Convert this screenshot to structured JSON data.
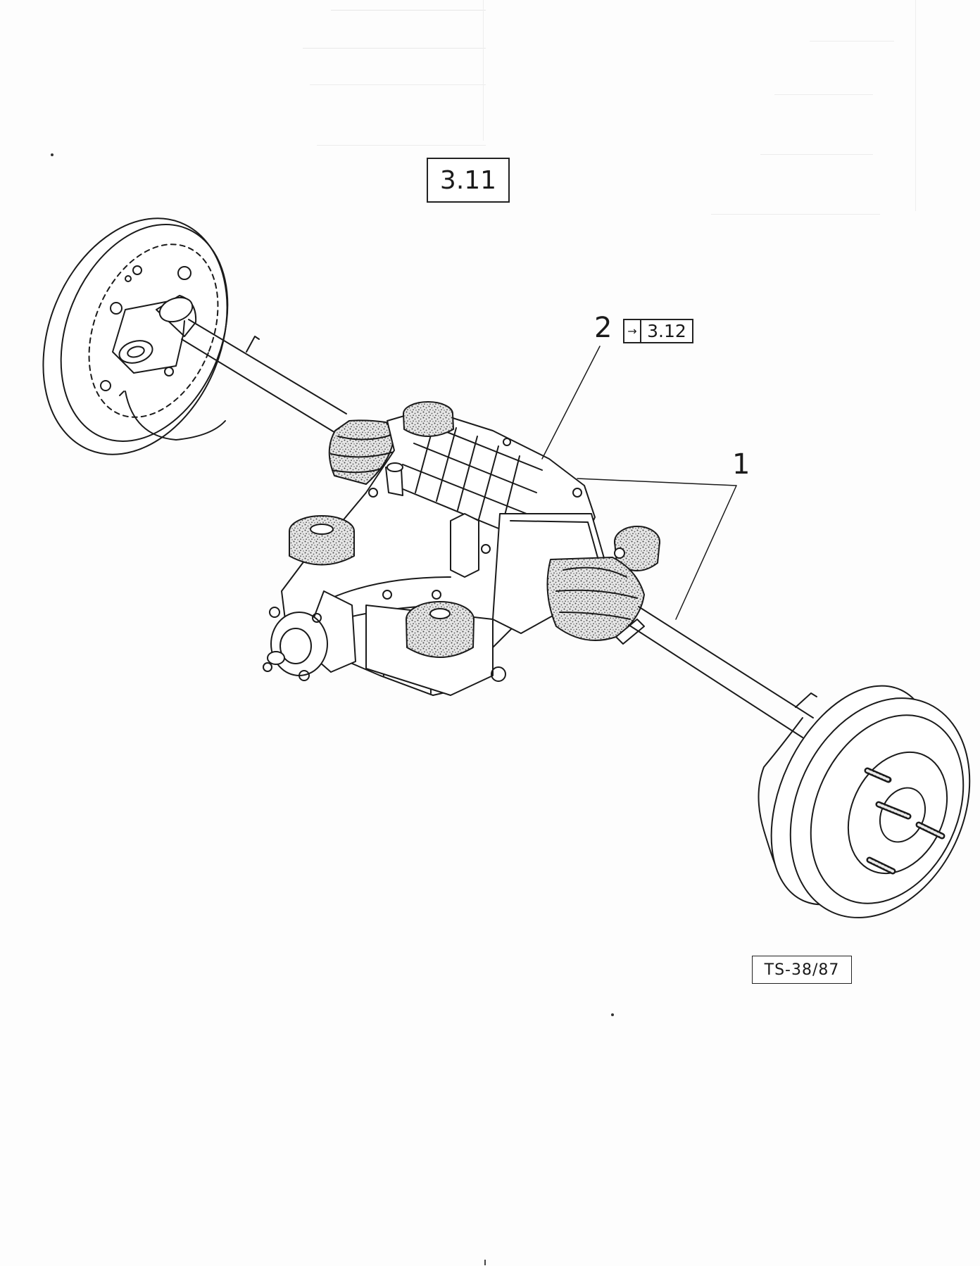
{
  "diagram": {
    "section_label": "3.11",
    "callouts": [
      {
        "number": "1"
      },
      {
        "number": "2",
        "reference": "3.12",
        "reference_icon": "arrow-right-icon"
      }
    ],
    "drawing_id": "TS-38/87"
  },
  "colors": {
    "ink": "#1a1a1a",
    "paper": "#fdfdfd",
    "stipple": "#555555"
  }
}
